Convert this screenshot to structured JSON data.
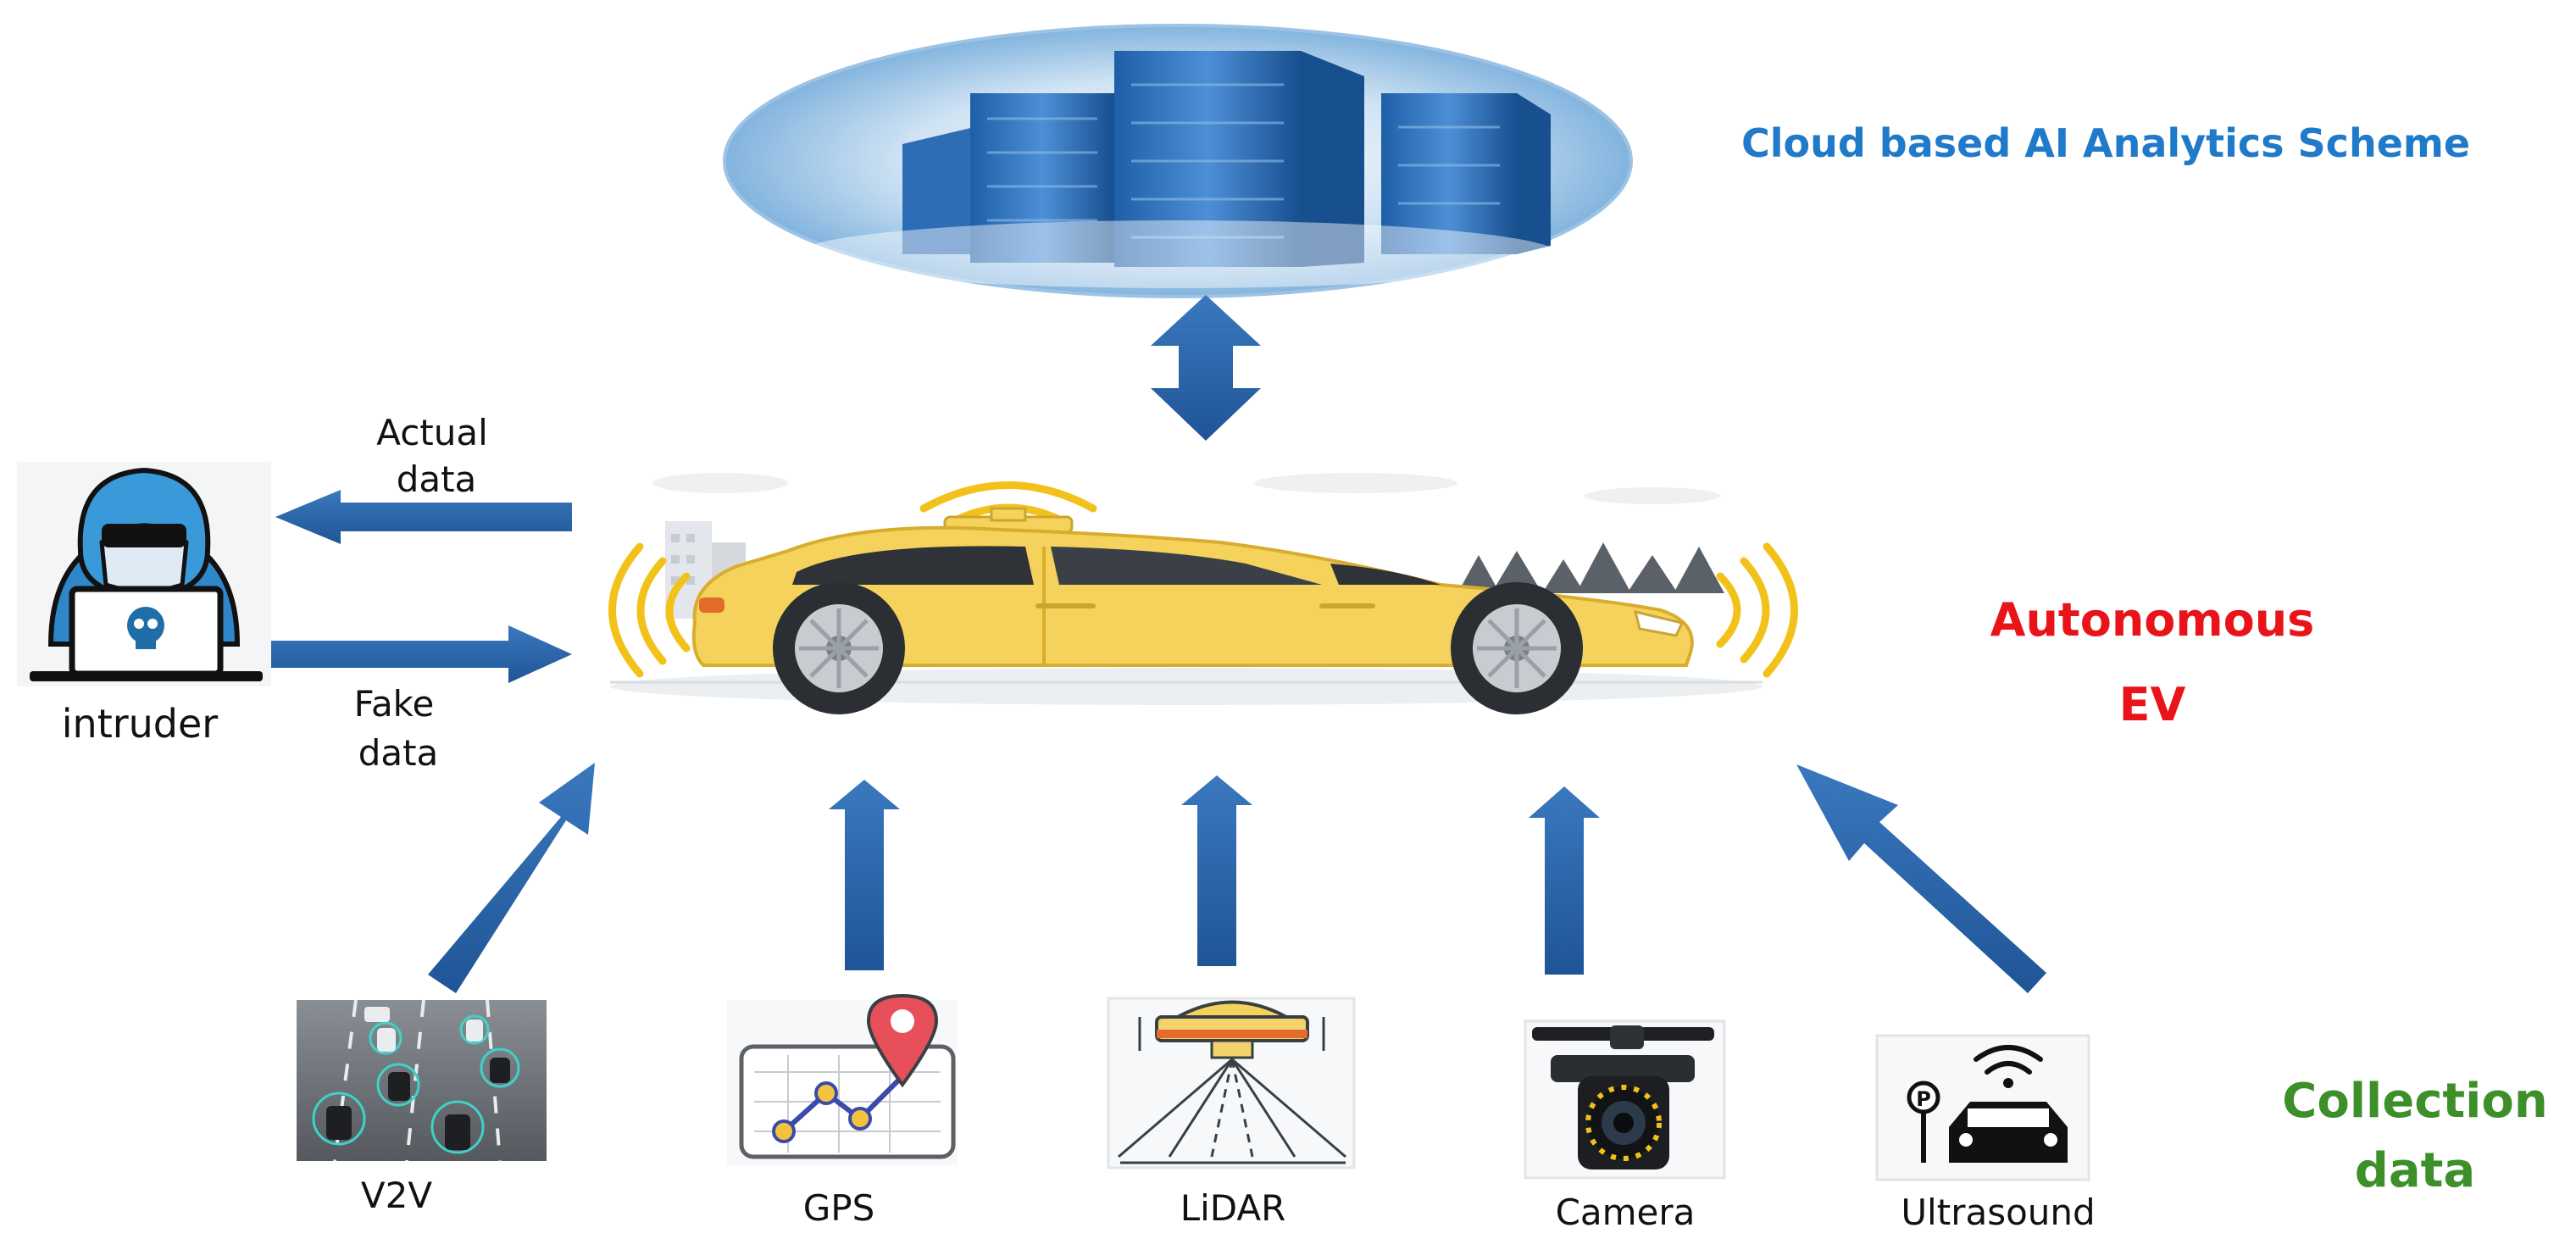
{
  "labels": {
    "cloud": "Cloud based AI Analytics Scheme",
    "ev_line1": "Autonomous",
    "ev_line2": "EV",
    "collection_line1": "Collection",
    "collection_line2": "data",
    "intruder": "intruder",
    "actual_line1": "Actual",
    "actual_line2": "data",
    "fake_line1": "Fake",
    "fake_line2": "data",
    "v2v": "V2V",
    "gps": "GPS",
    "lidar": "LiDAR",
    "camera": "Camera",
    "ultrasound": "Ultrasound"
  },
  "colors": {
    "cloud_label": "#1f7ac9",
    "ev_label": "#e8141a",
    "collection_label": "#3d8f2a",
    "arrow": "#2a64a6",
    "car_body": "#f4d25c",
    "intruder_blue": "#3a9ad9"
  },
  "icons": {
    "cloud": "server-cloud-icon",
    "car": "autonomous-car-icon",
    "intruder": "hacker-icon",
    "v2v": "v2v-traffic-icon",
    "gps": "gps-map-icon",
    "lidar": "lidar-sensor-icon",
    "camera": "car-camera-icon",
    "ultrasound": "parking-sensor-icon"
  }
}
